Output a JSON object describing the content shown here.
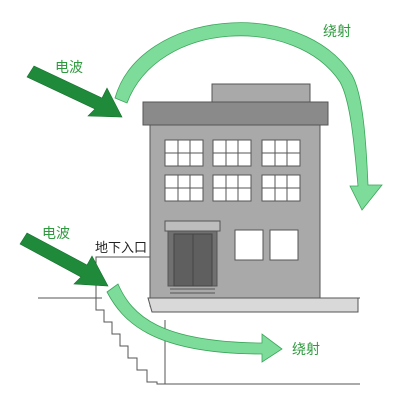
{
  "labels": {
    "wave_top": "电波",
    "wave_bottom": "电波",
    "diffraction_top": "绕射",
    "diffraction_bottom": "绕射",
    "underground_entrance": "地下入口"
  },
  "colors": {
    "wave_arrow": "#1e8a3a",
    "diffraction_arrow": "#7edc9a",
    "building": "#a9a9a9",
    "building_dark": "#777777",
    "window": "#ffffff",
    "label_green": "#2e9a3e"
  }
}
